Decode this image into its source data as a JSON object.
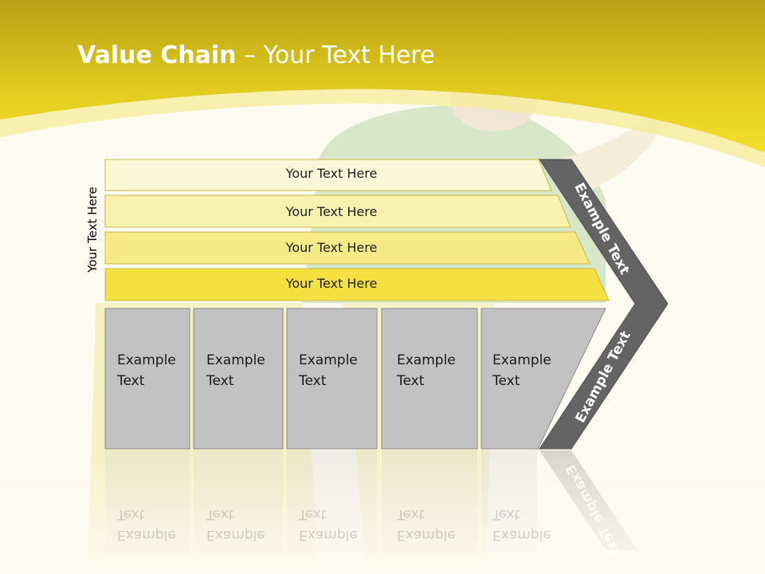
{
  "title": {
    "bold": "Value Chain",
    "rest": " – Your Text Here"
  },
  "side_label": "Your Text Here",
  "bars": [
    {
      "label": "Your Text Here",
      "color": "#fbf7d7"
    },
    {
      "label": "Your Text Here",
      "color": "#f9f1b0"
    },
    {
      "label": "Your Text Here",
      "color": "#f6ea87"
    },
    {
      "label": "Your Text Here",
      "color": "#f4e03e"
    }
  ],
  "boxes": [
    {
      "label": "Example\nText"
    },
    {
      "label": "Example\nText"
    },
    {
      "label": "Example\nText"
    },
    {
      "label": "Example\nText"
    },
    {
      "label": "Example\nText"
    }
  ],
  "chevron": {
    "top_label": "Example Text",
    "bottom_label": "Example Text"
  },
  "colors": {
    "header": "#e8d21e",
    "background": "#fdfaf0",
    "box": "#c2c2c2",
    "chevron": "#636363"
  }
}
